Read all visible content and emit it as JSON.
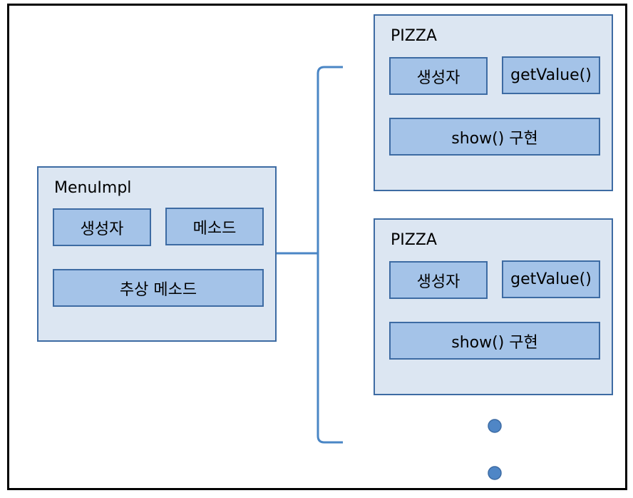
{
  "menu_impl": {
    "title": "MenuImpl",
    "constructor_label": "생성자",
    "method_label": "메소드",
    "abstract_method_label": "추상 메소드"
  },
  "subclasses": [
    {
      "title": "PIZZA",
      "constructor_label": "생성자",
      "getvalue_label": "getValue()",
      "show_label": "show() 구현"
    },
    {
      "title": "PIZZA",
      "constructor_label": "생성자",
      "getvalue_label": "getValue()",
      "show_label": "show() 구현"
    }
  ],
  "colors": {
    "panel_fill": "#dce6f2",
    "box_fill": "#a4c3e8",
    "border": "#3d6ba3",
    "connector": "#4a86c5",
    "dot": "#4f86c6"
  }
}
